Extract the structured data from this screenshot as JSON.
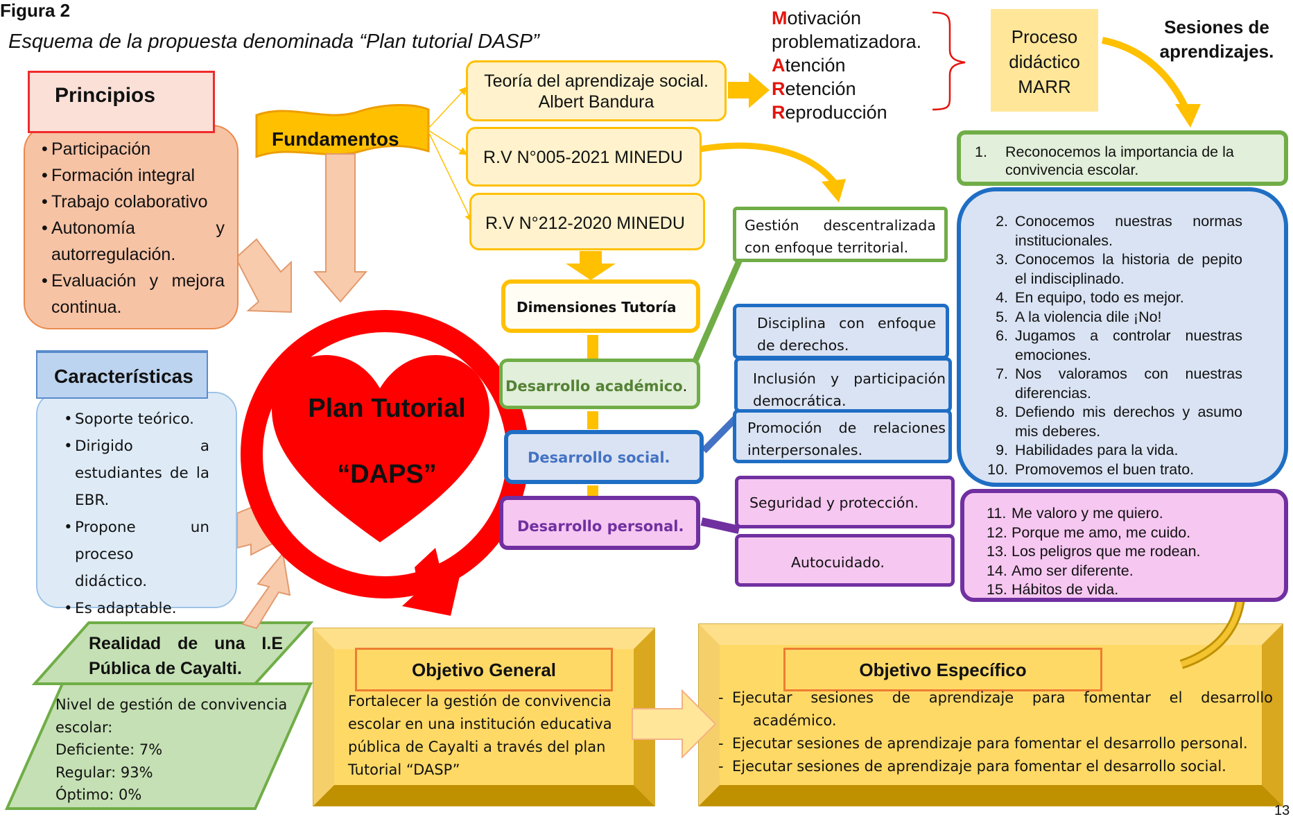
{
  "figure_label": "Figura 2",
  "subtitle": "Esquema de la propuesta denominada “Plan tutorial DASP”",
  "principios": {
    "title": "Principios",
    "items": [
      "Participación",
      "Formación integral",
      "Trabajo colaborativo",
      "Autonomía y autorregulación.",
      "Evaluación y mejora continua."
    ]
  },
  "caracteristicas": {
    "title": "Características",
    "items": [
      "Soporte teórico.",
      "Dirigido a estudiantes de la EBR.",
      "Propone un proceso didáctico.",
      "Es adaptable."
    ]
  },
  "fundamentos": {
    "title": "Fundamentos",
    "teoria_line1": "Teoría del aprendizaje social.",
    "teoria_line2": "Albert Bandura",
    "rv1": "R.V N°005-2021 MINEDU",
    "rv2": "R.V N°212-2020 MINEDU"
  },
  "marr": {
    "items": [
      {
        "cap": "M",
        "rest": "otivación"
      },
      {
        "cap": "",
        "rest": "problematizadora."
      },
      {
        "cap": "A",
        "rest": "tención"
      },
      {
        "cap": "R",
        "rest": "etención"
      },
      {
        "cap": "R",
        "rest": "eproducción"
      }
    ],
    "proceso": [
      "Proceso",
      "didáctico",
      "MARR"
    ]
  },
  "sesiones_heading": [
    "Sesiones de",
    "aprendizajes."
  ],
  "sesion_1": {
    "num": "1.",
    "text": "Reconocemos la importancia de la convivencia escolar."
  },
  "sesiones_2_10": [
    {
      "num": "2.",
      "text": "Conocemos nuestras normas institucionales."
    },
    {
      "num": "3.",
      "text": "Conocemos la historia de pepito el indisciplinado."
    },
    {
      "num": "4.",
      "text": "En equipo, todo es mejor."
    },
    {
      "num": "5.",
      "text": "A la violencia dile ¡No!"
    },
    {
      "num": "6.",
      "text": "Jugamos a controlar nuestras emociones."
    },
    {
      "num": "7.",
      "text": "Nos valoramos con nuestras diferencias."
    },
    {
      "num": "8.",
      "text": "Defiendo mis derechos y asumo mis deberes."
    },
    {
      "num": "9.",
      "text": "Habilidades para la vida."
    },
    {
      "num": "10.",
      "text": "Promovemos el buen trato."
    }
  ],
  "sesiones_11_15": [
    {
      "num": "11.",
      "text": "Me valoro y me quiero."
    },
    {
      "num": "12.",
      "text": "Porque me amo, me cuido."
    },
    {
      "num": "13.",
      "text": "Los peligros que me rodean."
    },
    {
      "num": "14.",
      "text": "Amo ser diferente."
    },
    {
      "num": "15.",
      "text": "Hábitos de vida."
    }
  ],
  "dimensiones": {
    "title": "Dimensiones Tutoría",
    "academico": "Desarrollo académico",
    "academico_dot": ".",
    "social": "Desarrollo social.",
    "personal": "Desarrollo personal.",
    "gestion": "Gestión descentralizada con enfoque territorial.",
    "disciplina": "Disciplina con enfoque de derechos.",
    "inclusion": "Inclusión y participación democrática.",
    "promocion": "Promoción de relaciones interpersonales.",
    "seguridad": "Seguridad y protección.",
    "autocuidado": "Autocuidado."
  },
  "plan": {
    "line1": "Plan Tutorial",
    "line2": "“DAPS”"
  },
  "realidad": {
    "title_line1": "Realidad de una I.E",
    "title_line2": "Pública de Cayalti.",
    "lines": [
      "Nivel de gestión de convivencia escolar:",
      "Deficiente: 7%",
      "Regular: 93%",
      "Óptimo: 0%"
    ]
  },
  "objetivo_general": {
    "title": "Objetivo General",
    "text": "Fortalecer la gestión de convivencia escolar en una institución educativa pública de Cayalti a través del plan Tutorial “DASP”"
  },
  "objetivo_especifico": {
    "title": "Objetivo Específico",
    "item1_line1": "Ejecutar sesiones de aprendizaje para fomentar el desarrollo",
    "item1_line2": "académico.",
    "item2": "Ejecutar sesiones de aprendizaje para fomentar el desarrollo personal.",
    "item3": "Ejecutar sesiones de aprendizaje para fomentar el desarrollo social."
  },
  "page_number": "13",
  "colors": {
    "heart": "#ff0000",
    "gold": "#ffc000",
    "green": "#70ad47",
    "blue": "#1f6ec4",
    "purple": "#7030a0",
    "peach": "#f7c3a5"
  }
}
